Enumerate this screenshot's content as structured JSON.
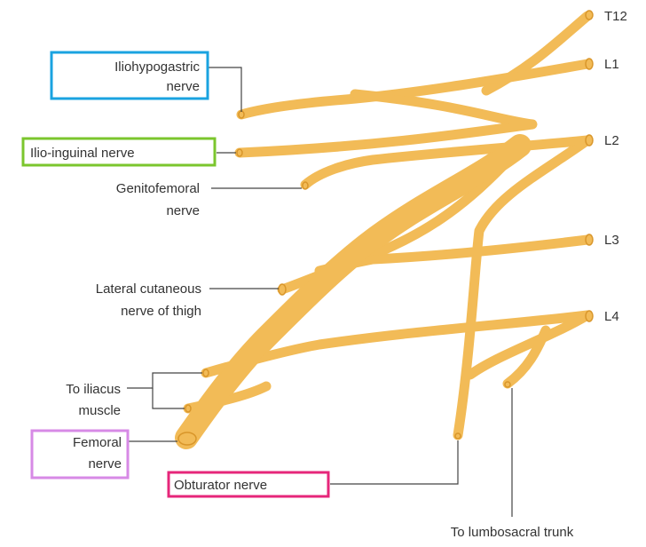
{
  "colors": {
    "nerve_fill": "#f2bb57",
    "nerve_stroke": "#d9962a",
    "leader_line": "#444444",
    "highlight_blue": "#1aa3e0",
    "highlight_green": "#7bc62d",
    "highlight_violet": "#d78ae6",
    "highlight_pink": "#e6267a"
  },
  "spinal_levels": {
    "t12": "T12",
    "l1": "L1",
    "l2": "L2",
    "l3": "L3",
    "l4": "L4"
  },
  "labels": {
    "iliohypogastric_line1": "Iliohypogastric",
    "iliohypogastric_line2": "nerve",
    "ilioinguinal": "Ilio-inguinal nerve",
    "genitofemoral_line1": "Genitofemoral",
    "genitofemoral_line2": "nerve",
    "lateral_cutaneous_line1": "Lateral cutaneous",
    "lateral_cutaneous_line2": "nerve of thigh",
    "iliacus_line1": "To iliacus",
    "iliacus_line2": "muscle",
    "femoral_line1": "Femoral",
    "femoral_line2": "nerve",
    "obturator": "Obturator nerve",
    "lumbosacral": "To lumbosacral trunk"
  }
}
